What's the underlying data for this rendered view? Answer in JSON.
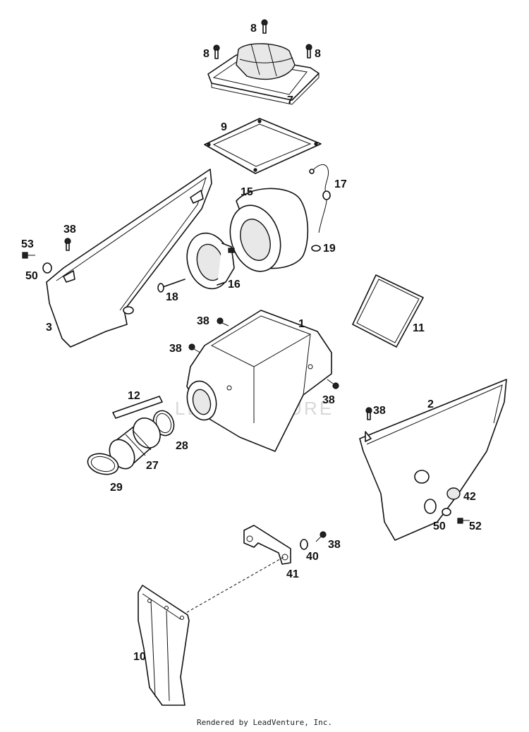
{
  "watermark": "LEADVENTURE",
  "footer": "Rendered by LeadVenture, Inc.",
  "callouts": {
    "c8a": "8",
    "c8b": "8",
    "c8c": "8",
    "c7": "7",
    "c9": "9",
    "c17": "17",
    "c15": "15",
    "c19": "19",
    "c38a": "38",
    "c53": "53",
    "c50a": "50",
    "c3": "3",
    "c16": "16",
    "c18": "18",
    "c1": "1",
    "c11": "11",
    "c38b": "38",
    "c38c": "38",
    "c38d": "38",
    "c38e": "38",
    "c2": "2",
    "c12": "12",
    "c28": "28",
    "c27": "27",
    "c29": "29",
    "c42": "42",
    "c50b": "50",
    "c52": "52",
    "c38f": "38",
    "c40": "40",
    "c41": "41",
    "c10": "10"
  }
}
